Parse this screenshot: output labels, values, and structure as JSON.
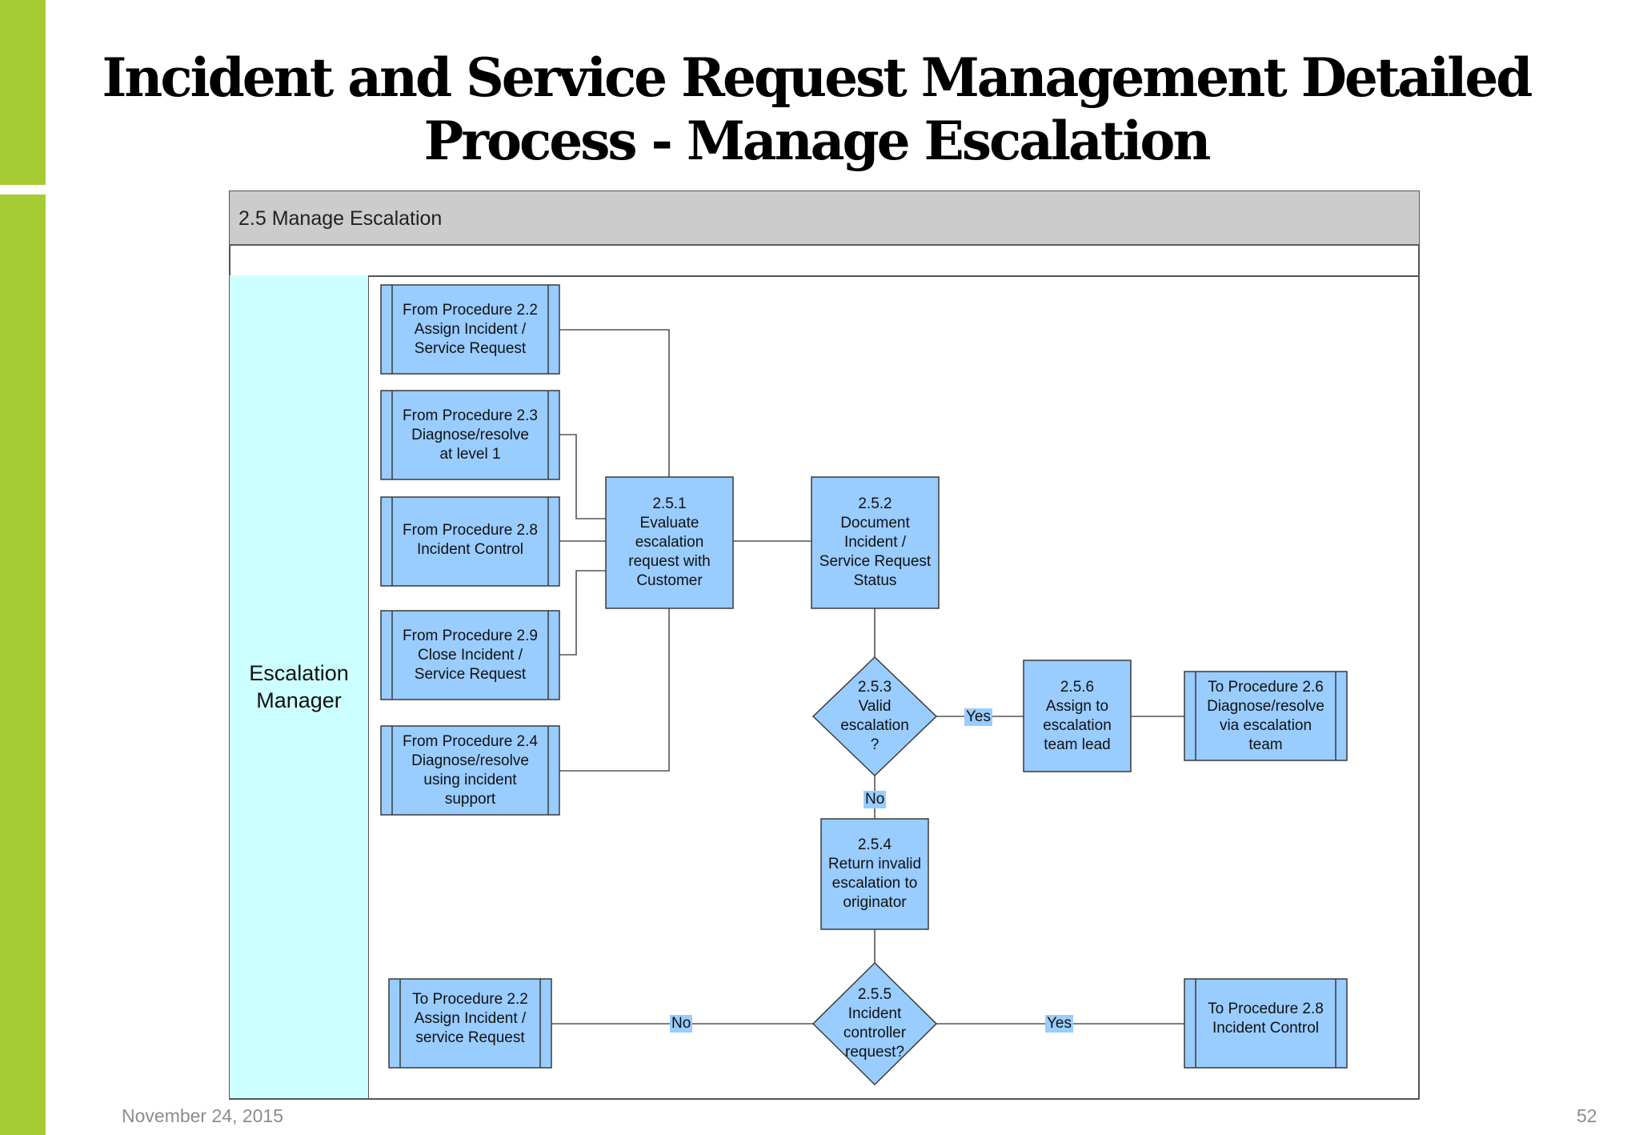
{
  "slide": {
    "title_line1": "Incident and Service Request Management Detailed",
    "title_line2": "Process - Manage Escalation",
    "date": "November 24, 2015",
    "page_number": "52"
  },
  "colors": {
    "accent_bar": "#a6cc33",
    "node_fill": "#99ccff",
    "lane_fill": "#ccffff",
    "header_fill": "#cccccc"
  },
  "diagram": {
    "pool_title": "2.5 Manage Escalation",
    "lane_label_lines": [
      "Escalation",
      "Manager"
    ],
    "nodes": {
      "from_22": {
        "lines": [
          "From Procedure 2.2",
          "Assign Incident /",
          "Service Request"
        ]
      },
      "from_23": {
        "lines": [
          "From Procedure 2.3",
          "Diagnose/resolve",
          "at level 1"
        ]
      },
      "from_28": {
        "lines": [
          "From Procedure 2.8",
          "Incident Control"
        ]
      },
      "from_29": {
        "lines": [
          "From Procedure 2.9",
          "Close Incident /",
          "Service Request"
        ]
      },
      "from_24": {
        "lines": [
          "From Procedure 2.4",
          "Diagnose/resolve",
          "using incident",
          "support"
        ]
      },
      "step_251": {
        "lines": [
          "2.5.1",
          "Evaluate",
          "escalation",
          "request with",
          "Customer"
        ]
      },
      "step_252": {
        "lines": [
          "2.5.2",
          "Document",
          "Incident /",
          "Service Request",
          "Status"
        ]
      },
      "decision_253": {
        "lines": [
          "2.5.3",
          "Valid",
          "escalation",
          "?"
        ]
      },
      "step_256": {
        "lines": [
          "2.5.6",
          "Assign to",
          "escalation",
          "team lead"
        ]
      },
      "to_26": {
        "lines": [
          "To Procedure 2.6",
          "Diagnose/resolve",
          "via escalation",
          "team"
        ]
      },
      "step_254": {
        "lines": [
          "2.5.4",
          "Return invalid",
          "escalation to",
          "originator"
        ]
      },
      "decision_255": {
        "lines": [
          "2.5.5",
          "Incident",
          "controller",
          "request?"
        ]
      },
      "to_22": {
        "lines": [
          "To Procedure 2.2",
          "Assign Incident /",
          "service Request"
        ]
      },
      "to_28": {
        "lines": [
          "To Procedure 2.8",
          "Incident Control"
        ]
      }
    },
    "connector_labels": {
      "yes_253": "Yes",
      "no_253": "No",
      "no_255": "No",
      "yes_255": "Yes"
    }
  }
}
